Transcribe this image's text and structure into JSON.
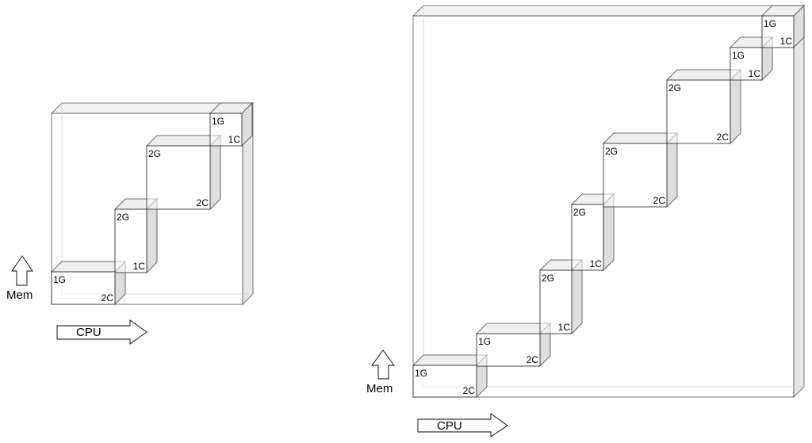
{
  "left_diagram": {
    "axis_mem": "Mem",
    "axis_cpu": "CPU",
    "blocks": [
      {
        "top_label": "1G",
        "bottom_label": "2C"
      },
      {
        "top_label": "2G",
        "bottom_label": "1C"
      },
      {
        "top_label": "2G",
        "bottom_label": "2C"
      },
      {
        "top_label": "1G",
        "bottom_label": "1C"
      }
    ]
  },
  "right_diagram": {
    "axis_mem": "Mem",
    "axis_cpu": "CPU",
    "blocks": [
      {
        "top_label": "1G",
        "bottom_label": "2C"
      },
      {
        "top_label": "1G",
        "bottom_label": "2C"
      },
      {
        "top_label": "2G",
        "bottom_label": "1C"
      },
      {
        "top_label": "2G",
        "bottom_label": "1C"
      },
      {
        "top_label": "2G",
        "bottom_label": "2C"
      },
      {
        "top_label": "2G",
        "bottom_label": "2C"
      },
      {
        "top_label": "1G",
        "bottom_label": "1C"
      },
      {
        "top_label": "1G",
        "bottom_label": "1C"
      }
    ]
  }
}
